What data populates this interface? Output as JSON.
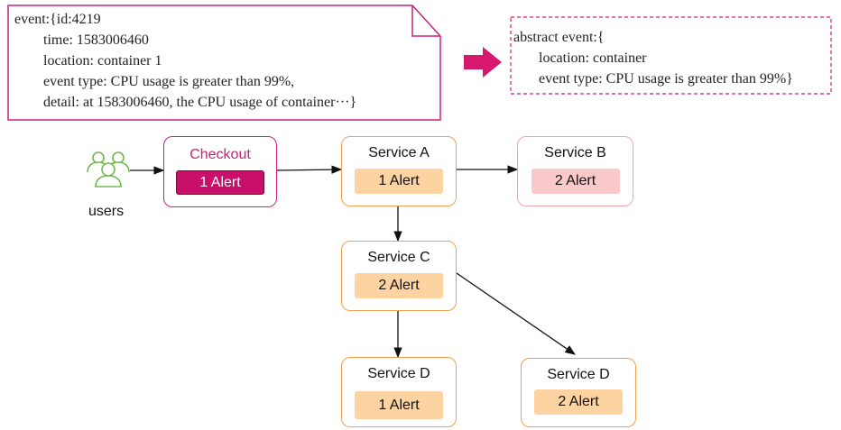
{
  "event_note": {
    "lines": [
      "event:{id:4219",
      "        time: 1583006460",
      "        location: container 1",
      "        event type: CPU usage is greater than 99%,",
      "        detail: at 1583006460, the CPU usage of container···}"
    ]
  },
  "abstract_note": {
    "lines": [
      "abstract event:{",
      "       location: container",
      "       event type: CPU usage is greater than 99%}"
    ]
  },
  "users": {
    "label": "users"
  },
  "nodes": {
    "checkout": {
      "title": "Checkout",
      "alert": "1 Alert"
    },
    "service_a": {
      "title": "Service A",
      "alert": "1 Alert"
    },
    "service_b": {
      "title": "Service B",
      "alert": "2 Alert"
    },
    "service_c": {
      "title": "Service C",
      "alert": "2 Alert"
    },
    "service_d1": {
      "title": "Service D",
      "alert": "1 Alert"
    },
    "service_d2": {
      "title": "Service D",
      "alert": "2 Alert"
    }
  },
  "colors": {
    "accent_pink": "#c80f6a",
    "node_orange": "#f0a04b",
    "badge_orange": "#fdd3a1",
    "badge_pink": "#fbc9cc",
    "users_green": "#6dbb4a",
    "arrow": "#111111"
  }
}
